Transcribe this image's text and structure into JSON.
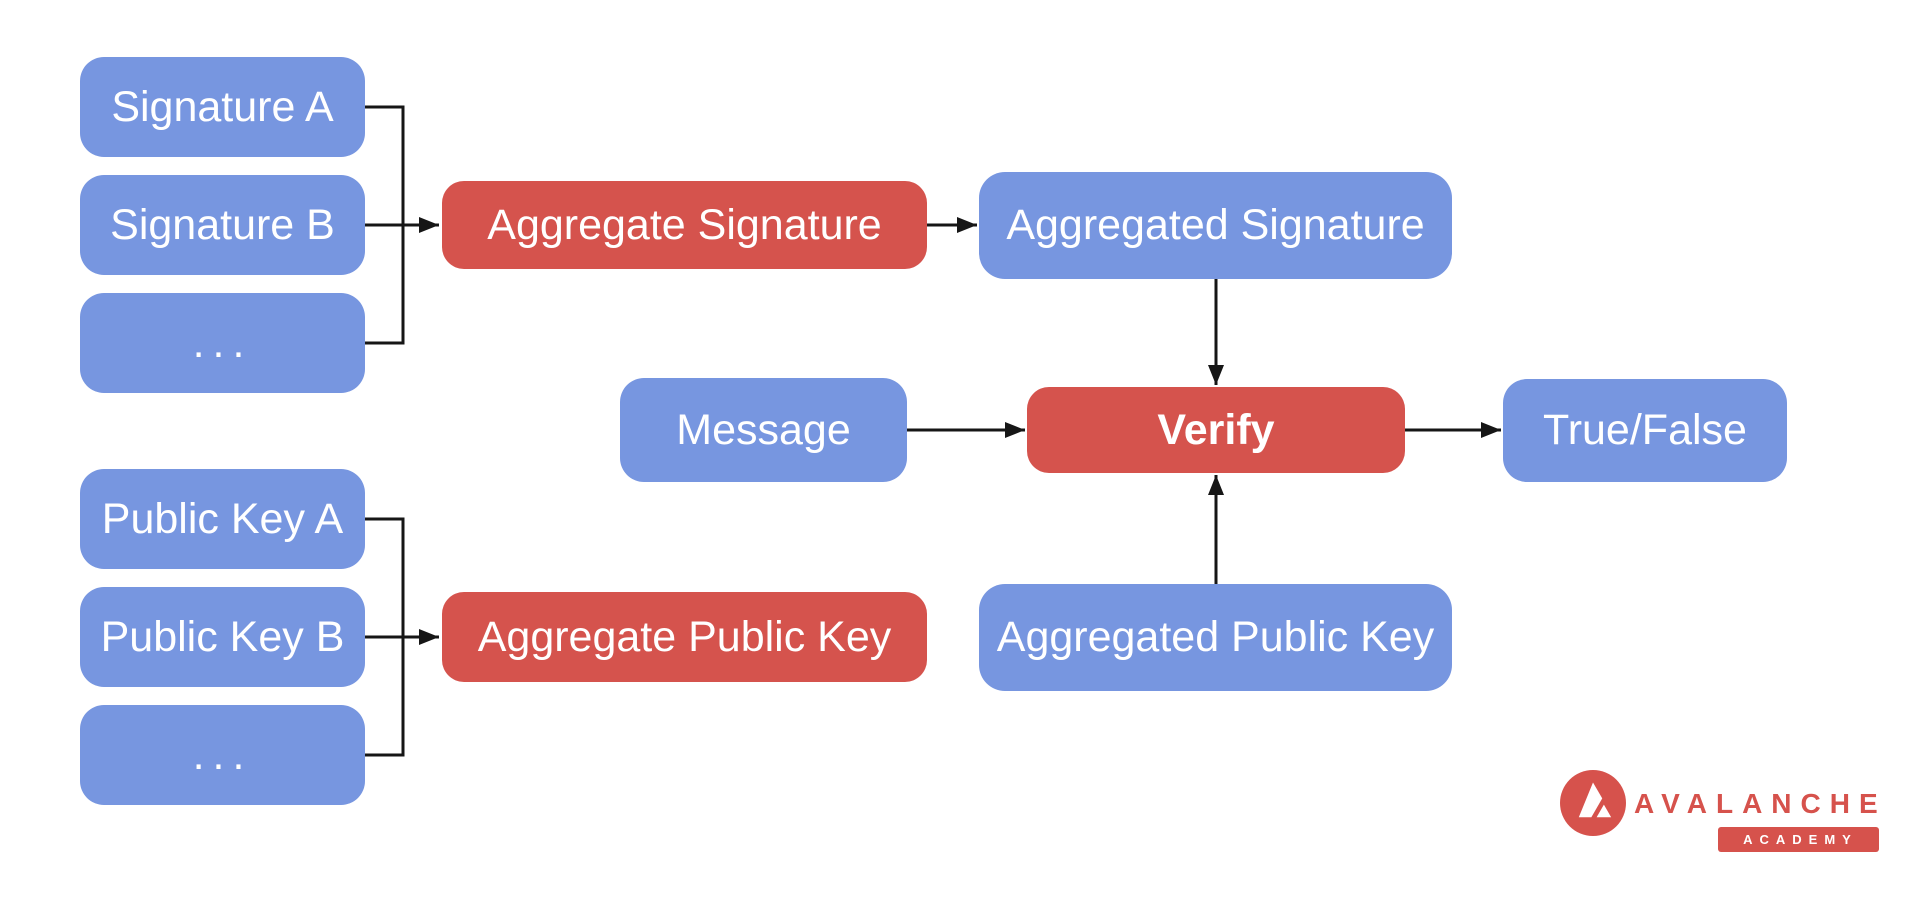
{
  "nodes": {
    "signature_a": "Signature A",
    "signature_b": "Signature B",
    "signature_more": "...",
    "aggregate_signature": "Aggregate Signature",
    "aggregated_signature": "Aggregated Signature",
    "message": "Message",
    "verify": "Verify",
    "true_false": "True/False",
    "public_key_a": "Public Key A",
    "public_key_b": "Public Key B",
    "public_key_more": "...",
    "aggregate_public_key": "Aggregate Public Key",
    "aggregated_public_key": "Aggregated Public Key"
  },
  "colors": {
    "node_blue": "#7796E0",
    "node_red": "#D5534D",
    "connector_black": "#161616",
    "node_text": "#FFFFFF",
    "logo_red": "#D6524C",
    "background": "#FFFFFF"
  },
  "logo": {
    "brand": "AVALANCHE",
    "badge": "ACADEMY"
  }
}
